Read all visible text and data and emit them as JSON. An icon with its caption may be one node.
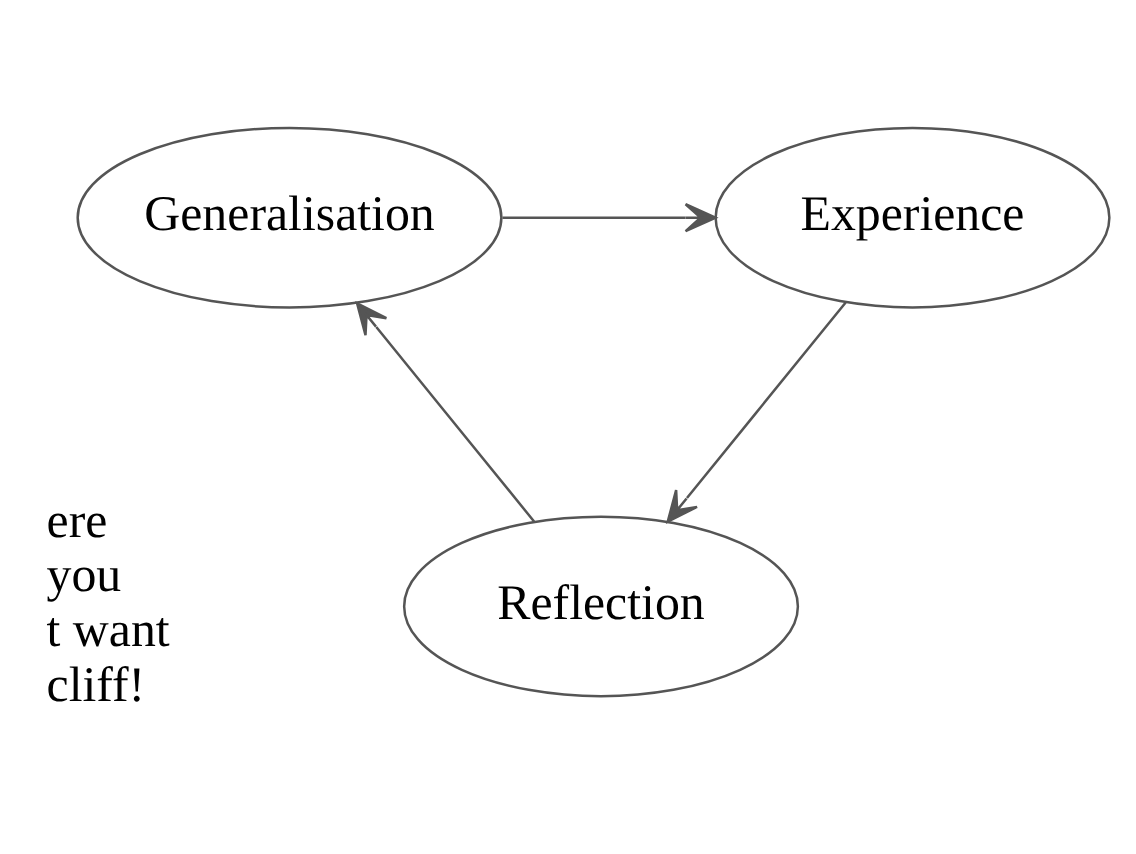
{
  "diagram": {
    "nodes": [
      {
        "text": [
          "Generalisation"
        ]
      },
      {
        "text": [
          "Experience"
        ]
      },
      {
        "text": [
          "Reflection"
        ]
      }
    ],
    "edges": [
      {
        "from": 0,
        "to": 1,
        "arrow": "to"
      },
      {
        "from": 1,
        "to": 2,
        "arrow": "to"
      },
      {
        "from": 2,
        "to": 0,
        "arrow": "to"
      }
    ],
    "labels": [
      "ere you t want cliff!"
    ]
  }
}
